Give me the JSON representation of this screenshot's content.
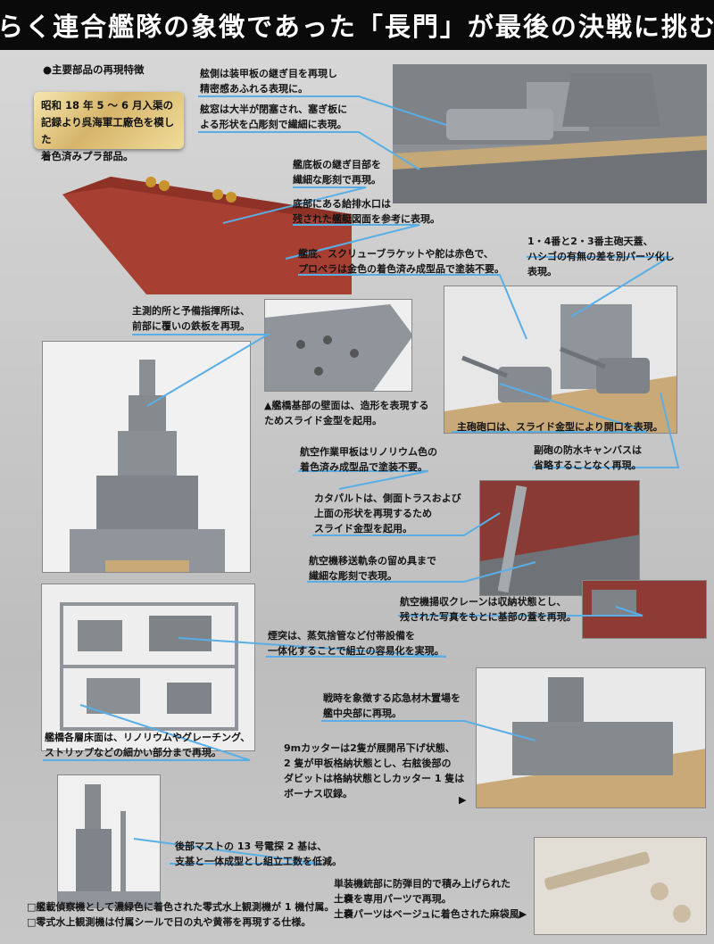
{
  "header": {
    "title": "長らく連合艦隊の象徴であった「長門」が最後の決戦に挑む！"
  },
  "section_title": "●主要部品の再現特徴",
  "intro": [
    "昭和 18 年 5 ～ 6 月入渠の",
    "記録より呉海軍工廠色を模した",
    "着色済みプラ部品。"
  ],
  "notes": {
    "n1": [
      "舷側は装甲板の継ぎ目を再現し",
      "精密感あふれる表現に。"
    ],
    "n2": [
      "舷窓は大半が閉塞され、塞ぎ板に",
      "よる形状を凸彫刻で繊細に表現。"
    ],
    "n3": [
      "艦底板の継ぎ目部を",
      "繊細な彫刻で再現。"
    ],
    "n4": [
      "底部にある給排水口は",
      "残された艦艇図面を参考に表現。"
    ],
    "n5": [
      "艦底、スクリューブラケットや舵は赤色で、",
      "プロペラは金色の着色済み成型品で塗装不要。"
    ],
    "n6": [
      "1・4番と2・3番主砲天蓋、",
      "ハシゴの有無の差を別パーツ化し",
      "表現。"
    ],
    "n7": [
      "主測的所と予備指揮所は、",
      "前部に覆いの鉄板を再現。"
    ],
    "n8": [
      "▲艦橋基部の壁面は、造形を表現する",
      "ためスライド金型を起用。"
    ],
    "n9": [
      "主砲砲口は、スライド金型により開口を表現。"
    ],
    "n10": [
      "航空作業甲板はリノリウム色の",
      "着色済み成型品で塗装不要。"
    ],
    "n11": [
      "副砲の防水キャンバスは",
      "省略することなく再現。"
    ],
    "n12": [
      "カタパルトは、側面トラスおよび",
      "上面の形状を再現するため",
      "スライド金型を起用。"
    ],
    "n13": [
      "航空機移送軌条の留め具まで",
      "繊細な彫刻で表現。"
    ],
    "n14": [
      "航空機揚収クレーンは収納状態とし、",
      "残された写真をもとに基部の蓋を再現。"
    ],
    "n15": [
      "煙突は、蒸気捨管など付帯設備を",
      "一体化することで組立の容易化を実現。"
    ],
    "n16": [
      "戦時を象徴する応急材木置場を",
      "艦中央部に再現。"
    ],
    "n17": [
      "艦橋各層床面は、リノリウムやグレーチング、",
      "ストリップなどの細かい部分まで再現。"
    ],
    "n18": [
      "9mカッターは2隻が展開吊下げ状態、",
      "2 隻が甲板格納状態とし、右舷後部の",
      "ダビットは格納状態としカッター 1 隻は",
      "ボーナス収録。"
    ],
    "n19": [
      "後部マストの 13 号電探 2 基は、",
      "支基と一体成型とし組立工数を低減。"
    ],
    "n20": [
      "単装機銃部に防弾目的で積み上げられた",
      "土嚢を専用パーツで再現。",
      "土嚢パーツはベージュに着色された麻袋風▶"
    ],
    "n21": [
      "□艦載偵察機として濃緑色に着色された零式水上観測機が 1 機付属。",
      "□零式水上観測機は付属シールで日の丸や黄帯を再現する仕様。"
    ]
  },
  "continue_arrow": "▶",
  "colors": {
    "leader": "#5aaee6",
    "header_bg": "#0a0a0a",
    "gold": "#d6b56a",
    "hull_red": "#a83f33",
    "deck": "#c8a977",
    "gray": "#8f959b"
  }
}
